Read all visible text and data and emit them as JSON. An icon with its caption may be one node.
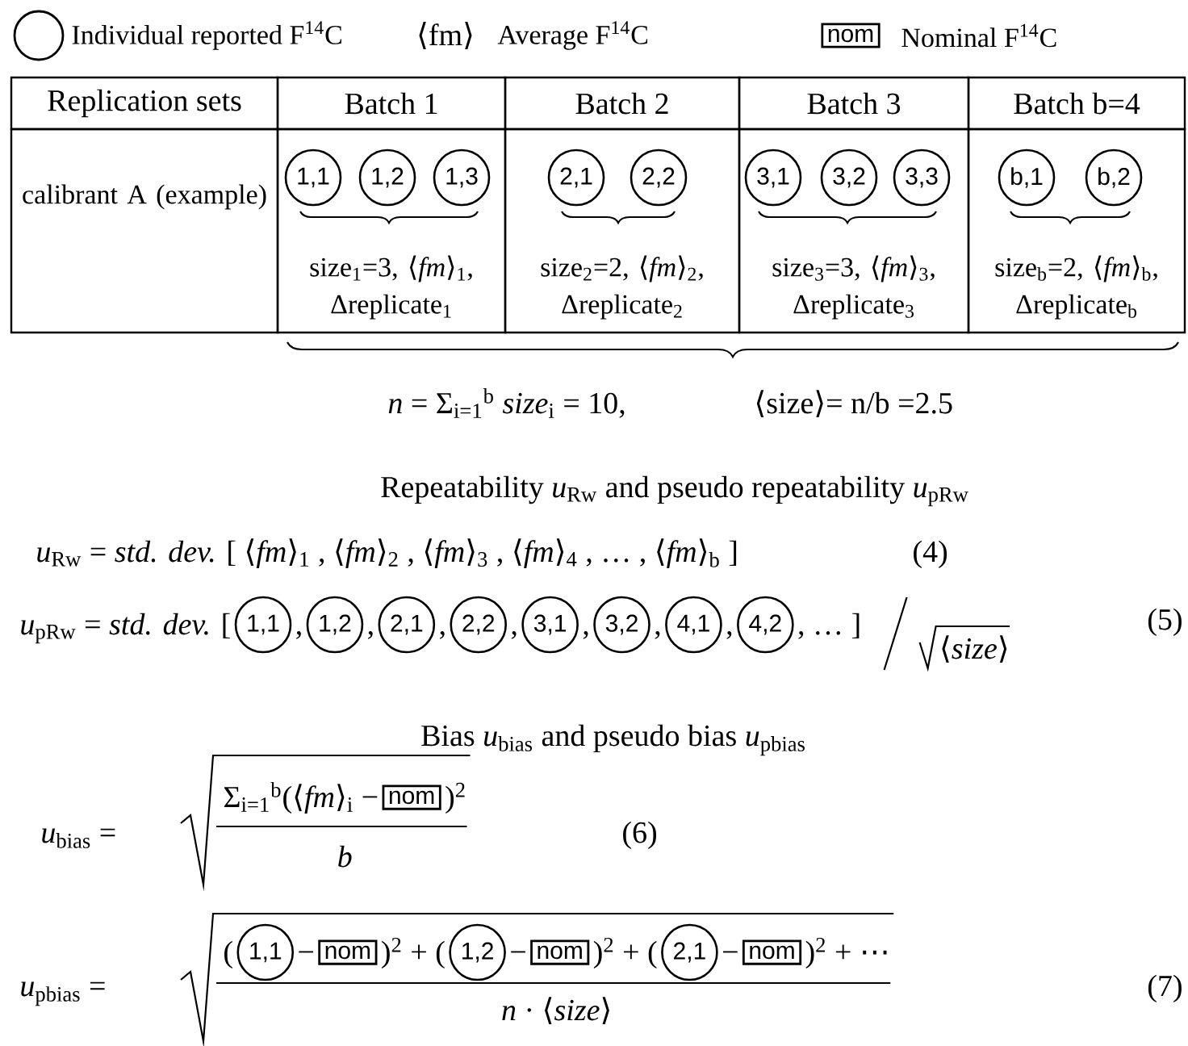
{
  "diagram": {
    "nodes": [
      {
        "text": [
          "nom"
        ]
      },
      {
        "text": [
          "Replication sets"
        ]
      },
      {
        "text": [
          "Batch 1"
        ]
      },
      {
        "text": [
          "Batch 2"
        ]
      },
      {
        "text": [
          "Batch 3"
        ]
      },
      {
        "text": [
          "Batch b=4"
        ]
      },
      {
        "text": [
          "calibrant A (example)"
        ]
      },
      {
        "text": [
          "size$_{1}$=3, ⟨*fm*⟩$_{1}$, Δreplicate$_{1}$"
        ]
      },
      {
        "text": [
          "1,1"
        ],
        "in": 7
      },
      {
        "text": [
          "1,2"
        ],
        "in": 7
      },
      {
        "text": [
          "1,3"
        ],
        "in": 7
      },
      {
        "text": [
          "size$_{2}$=2, ⟨*fm*⟩$_{2}$, Δreplicate$_{2}$"
        ]
      },
      {
        "text": [
          "2,1"
        ],
        "in": 11
      },
      {
        "text": [
          "2,2"
        ],
        "in": 11
      },
      {
        "text": [
          "size$_{3}$=3, ⟨*fm*⟩$_{3}$, Δreplicate$_{3}$"
        ]
      },
      {
        "text": [
          "3,1"
        ],
        "in": 14
      },
      {
        "text": [
          "3,2"
        ],
        "in": 14
      },
      {
        "text": [
          "3,3"
        ],
        "in": 14
      },
      {
        "text": [
          "size$_{b}$=2, ⟨*fm*⟩$_{b}$, Δreplicate$_{b}$"
        ]
      },
      {
        "text": [
          "b,1"
        ],
        "in": 18
      },
      {
        "text": [
          "b,2"
        ],
        "in": 18
      },
      {
        "text": [
          "1,1"
        ]
      },
      {
        "text": [
          "1,2"
        ]
      },
      {
        "text": [
          "2,1"
        ]
      },
      {
        "text": [
          "2,2"
        ]
      },
      {
        "text": [
          "3,1"
        ]
      },
      {
        "text": [
          "3,2"
        ]
      },
      {
        "text": [
          "4,1"
        ]
      },
      {
        "text": [
          "4,2"
        ]
      },
      {
        "text": [
          "nom"
        ]
      },
      {
        "text": [
          "1,1"
        ]
      },
      {
        "text": [
          "nom"
        ]
      },
      {
        "text": [
          "1,2"
        ]
      },
      {
        "text": [
          "nom"
        ]
      },
      {
        "text": [
          "2,1"
        ]
      },
      {
        "text": [
          "nom"
        ]
      }
    ],
    "labels": [
      "⟨fm⟩",
      "*n* = Σ$_{i=1}$$^{b}$ *size*$_{i}$ = 10,",
      "⟨size⟩= n/b =2.5",
      "Repeatability *u*$_{Rw}$ and pseudo repeatability *u*$_{pRw}$",
      "*u*$_{Rw}$ = *std. dev.* [ ⟨*fm*⟩$_{1}$ , ⟨*fm*⟩$_{2}$ , ⟨*fm*⟩$_{3}$ , ⟨*fm*⟩$_{4}$ , … , ⟨*fm*⟩$_{b}$ ]",
      "(4)",
      "*u*$_{pRw}$ = *std. dev.* [",
      ",",
      ",",
      ",",
      ",",
      ",",
      ",",
      ",",
      ", … ]",
      "⟨*size*⟩",
      "(5)",
      "Bias *u*$_{bias}$ and pseudo bias *u*$_{pbias}$",
      "*u*$_{bias}$ =",
      "Σ$_{i=1}$$^{b}$(⟨*fm*⟩$_{i}$ −",
      ")$^{2}$",
      "*b*",
      "(6)",
      "*u*$_{pbias}$ =",
      "(",
      "−",
      ")$^{2}$ + (",
      "−",
      ")$^{2}$ + (",
      "−",
      ")$^{2}$ + ⋯",
      "*n* · ⟨*size*⟩",
      "(7)"
    ],
    "legend": [
      {
        "text": "Individual reported F$^{14}$C"
      },
      {
        "text": "Average F$^{14}$C"
      },
      {
        "text": "Nominal F$^{14}$C"
      }
    ]
  }
}
